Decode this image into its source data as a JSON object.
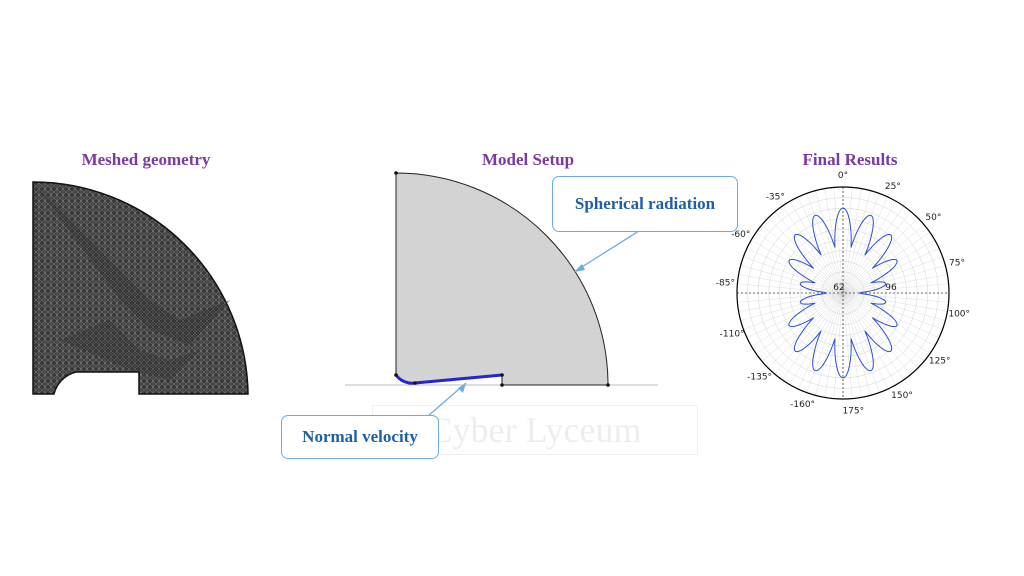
{
  "panels": {
    "mesh_title": "Meshed geometry",
    "setup_title": "Model Setup",
    "results_title": "Final Results"
  },
  "callouts": {
    "spherical": "Spherical radiation",
    "normal": "Normal velocity"
  },
  "watermark": "Cyber Lyceum",
  "polar": {
    "angle_labels": [
      "0°",
      "25°",
      "50°",
      "75°",
      "100°",
      "125°",
      "150°",
      "175°",
      "-160°",
      "-135°",
      "-110°",
      "-85°",
      "-60°",
      "-35°"
    ],
    "angle_values": [
      0,
      25,
      50,
      75,
      100,
      125,
      150,
      175,
      200,
      225,
      250,
      275,
      300,
      325
    ],
    "radial_labels": [
      "62",
      "96"
    ],
    "colors": {
      "pattern": "#2e4fd6",
      "grid": "#c8c8c8",
      "axis": "#000000"
    }
  },
  "colors": {
    "title": "#7a3aa5",
    "callout_text": "#1f5fa8",
    "callout_border": "#6aaee0",
    "mesh": "#3a3a3a",
    "geometry_fill": "#d3d3d3",
    "normal_velocity_edge": "#2424d6"
  }
}
